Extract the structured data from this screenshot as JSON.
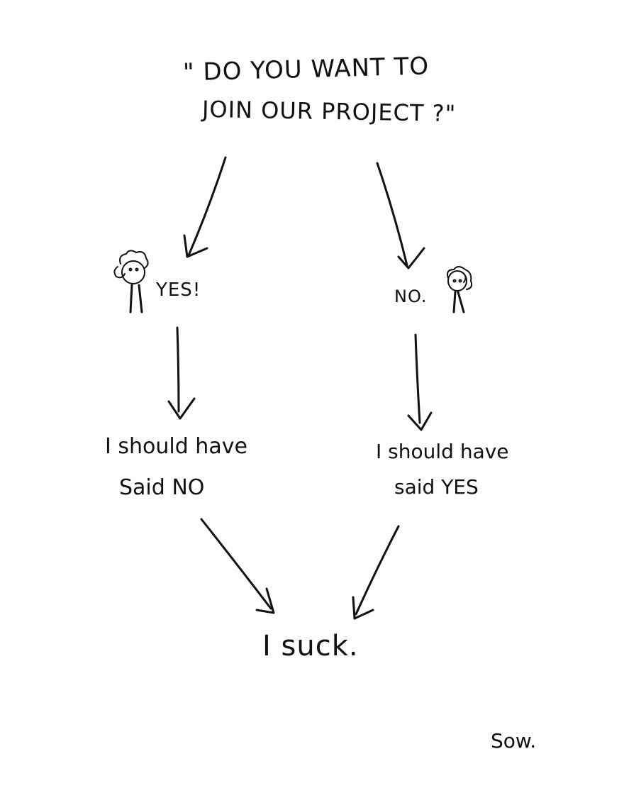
{
  "flowchart": {
    "question": {
      "line1": "\" DO YOU WANT TO",
      "line2": "JOIN OUR PROJECT ?\""
    },
    "branches": {
      "yes": {
        "answer": "YES!",
        "result_line1": "I should have",
        "result_line2": "Said NO"
      },
      "no": {
        "answer": "NO.",
        "result_line1": "I should have",
        "result_line2": "said YES"
      }
    },
    "conclusion": "I suck.",
    "signature": "Sow."
  }
}
